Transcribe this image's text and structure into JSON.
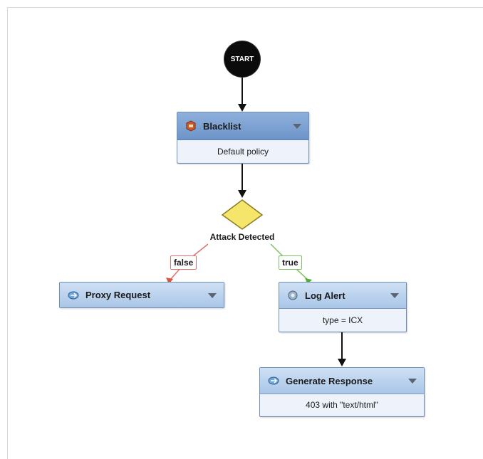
{
  "start": {
    "label": "START"
  },
  "nodes": {
    "blacklist": {
      "title": "Blacklist",
      "detail": "Default policy",
      "icon": "firewall-icon"
    },
    "proxy_request": {
      "title": "Proxy Request",
      "icon": "proxy-icon"
    },
    "log_alert": {
      "title": "Log Alert",
      "detail": "type = ICX",
      "icon": "log-icon"
    },
    "generate_response": {
      "title": "Generate Response",
      "detail": "403 with \"text/html\"",
      "icon": "response-icon"
    }
  },
  "decision": {
    "label": "Attack Detected"
  },
  "edges": {
    "false_label": "false",
    "true_label": "true"
  },
  "colors": {
    "false_edge": "#e0716a",
    "true_edge": "#7fbf5f",
    "decision_fill": "#f5e66b",
    "node_header": "#a9c6e8"
  }
}
